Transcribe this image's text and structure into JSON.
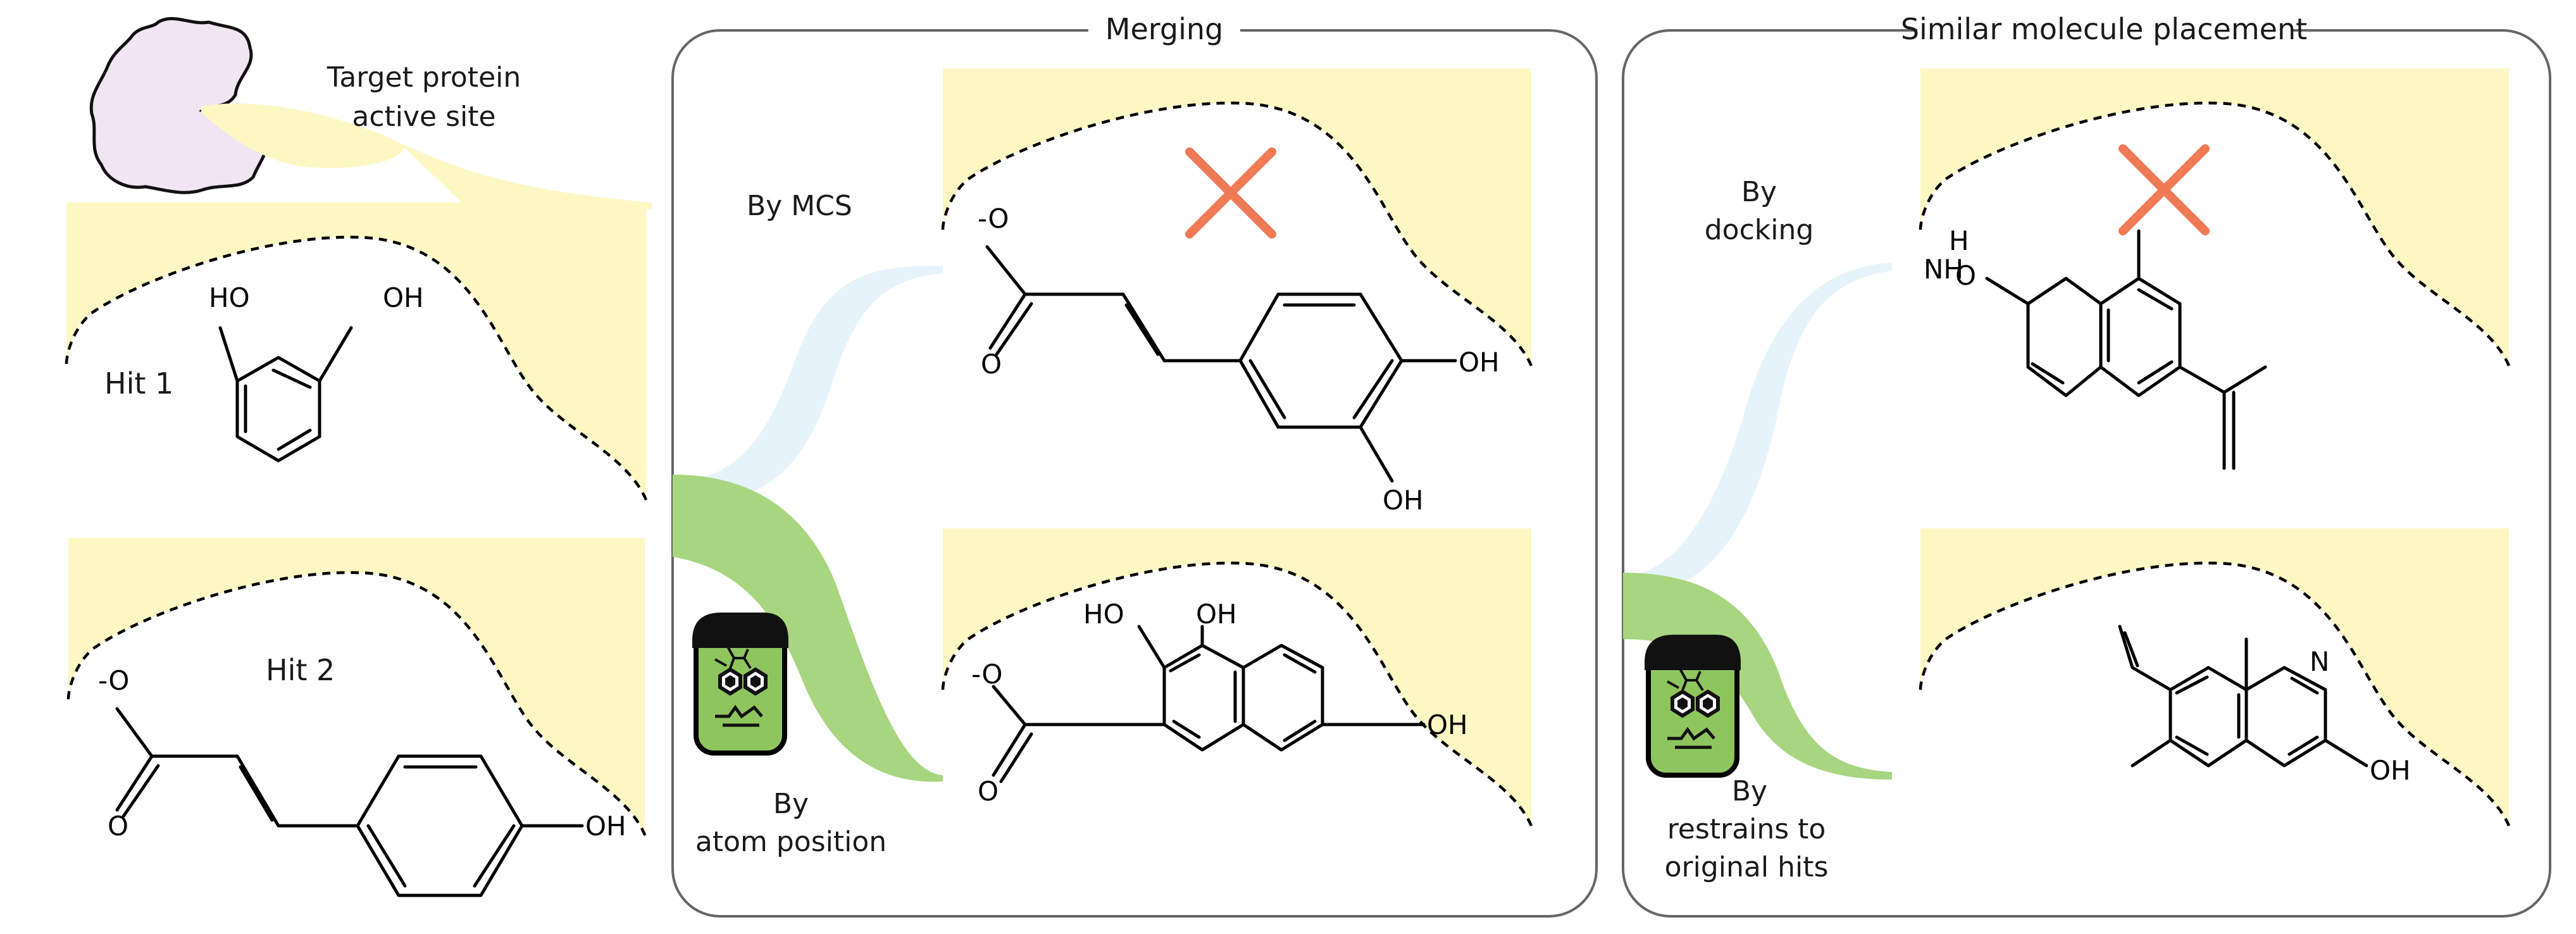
{
  "left": {
    "protein_label_line1": "Target protein",
    "protein_label_line2": "active site",
    "hit1_label": "Hit 1",
    "hit2_label": "Hit 2"
  },
  "merging": {
    "title": "Merging",
    "by_mcs": "By MCS",
    "by_atom_line1": "By",
    "by_atom_line2": "atom position"
  },
  "similar": {
    "title": "Similar molecule placement",
    "by_docking_line1": "By",
    "by_docking_line2": "docking",
    "by_restrains_line1": "By",
    "by_restrains_line2": "restrains to",
    "by_restrains_line3": "original hits"
  },
  "atoms": {
    "HO": "HO",
    "OH": "OH",
    "O_minus": "-O",
    "O": "O",
    "N": "N",
    "NH": "NH",
    "H": "H"
  },
  "colors": {
    "pocket": "#fdf7c4",
    "protein": "#f1e4f3",
    "cross": "#f07a55",
    "flow_blue": "#e6f3fa",
    "flow_green": "#a8d57f",
    "monster_face": "#8fc55e",
    "panel_border": "#666666"
  },
  "icons": [
    "protein-blob-icon",
    "fail-cross-icon",
    "frankenstein-icon"
  ]
}
